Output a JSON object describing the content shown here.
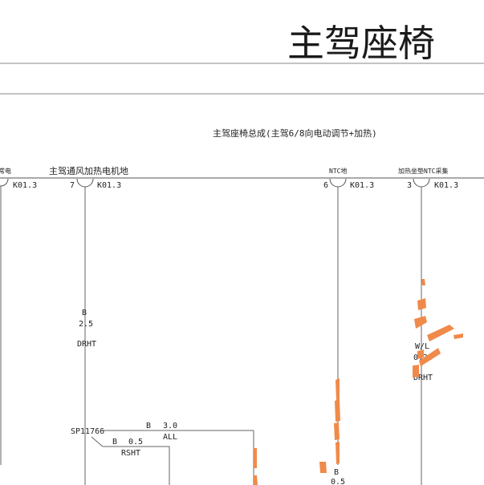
{
  "page_title": "主驾座椅",
  "component_label": "主驾座椅总成(主驾6/8向电动调节+加热)",
  "connector": "K01.3",
  "colors": {
    "line": "#555555",
    "accent": "#f08a4b",
    "text": "#222222"
  },
  "pins": [
    {
      "id": "p-left",
      "name": "常电",
      "pin": ""
    },
    {
      "id": "p7",
      "name": "主驾通风加热电机地",
      "pin": "7"
    },
    {
      "id": "p6",
      "name": "NTC地",
      "pin": "6"
    },
    {
      "id": "p3",
      "name": "加热坐垫NTC采集",
      "pin": "3"
    }
  ],
  "wires": {
    "drht": {
      "color": "B",
      "gauge": "2.5",
      "circuit": "DRHT"
    },
    "all": {
      "color": "B",
      "gauge": "3.0",
      "circuit": "ALL"
    },
    "rsht": {
      "color": "B",
      "gauge": "0.5",
      "circuit": "RSHT"
    },
    "ntc_ground": {
      "color": "B",
      "gauge": "0.5"
    },
    "ntc_sense": {
      "color": "W/L",
      "gauge": "0.35",
      "circuit": "DRHT"
    }
  },
  "splice": "SP11766"
}
